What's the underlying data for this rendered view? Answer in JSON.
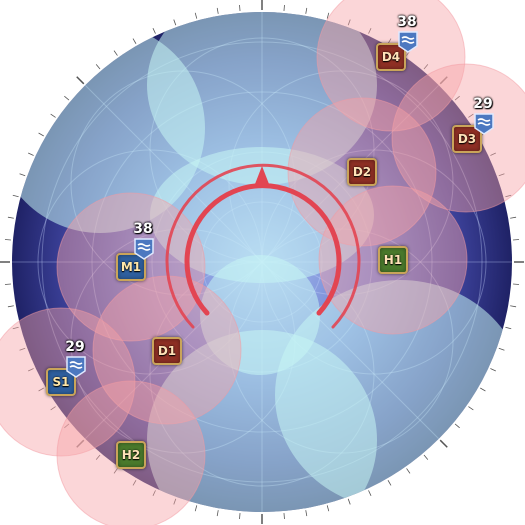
{
  "arena": {
    "background": "#ffffff",
    "floor_color": "#2a2f7a",
    "floor_inner": "#8ea8e8",
    "ring_color": "#e7414f"
  },
  "aoe_zones": {
    "pink_color": "#f4a0a6",
    "cyan_color": "#bff3f3"
  },
  "markers": [
    {
      "id": "D4",
      "role": "dps",
      "label": "D4"
    },
    {
      "id": "D3",
      "role": "dps",
      "label": "D3"
    },
    {
      "id": "D2",
      "role": "dps",
      "label": "D2"
    },
    {
      "id": "H1",
      "role": "healer",
      "label": "H1"
    },
    {
      "id": "M1",
      "role": "tank",
      "label": "M1"
    },
    {
      "id": "D1",
      "role": "dps",
      "label": "D1"
    },
    {
      "id": "S1",
      "role": "tank",
      "label": "S1"
    },
    {
      "id": "H2",
      "role": "healer",
      "label": "H2"
    }
  ],
  "stack_badges": [
    {
      "target": "D4",
      "count": "38",
      "icon": "water-stack-icon"
    },
    {
      "target": "D3",
      "count": "29",
      "icon": "water-stack-icon"
    },
    {
      "target": "M1",
      "count": "38",
      "icon": "water-stack-icon"
    },
    {
      "target": "S1",
      "count": "29",
      "icon": "water-stack-icon"
    }
  ]
}
